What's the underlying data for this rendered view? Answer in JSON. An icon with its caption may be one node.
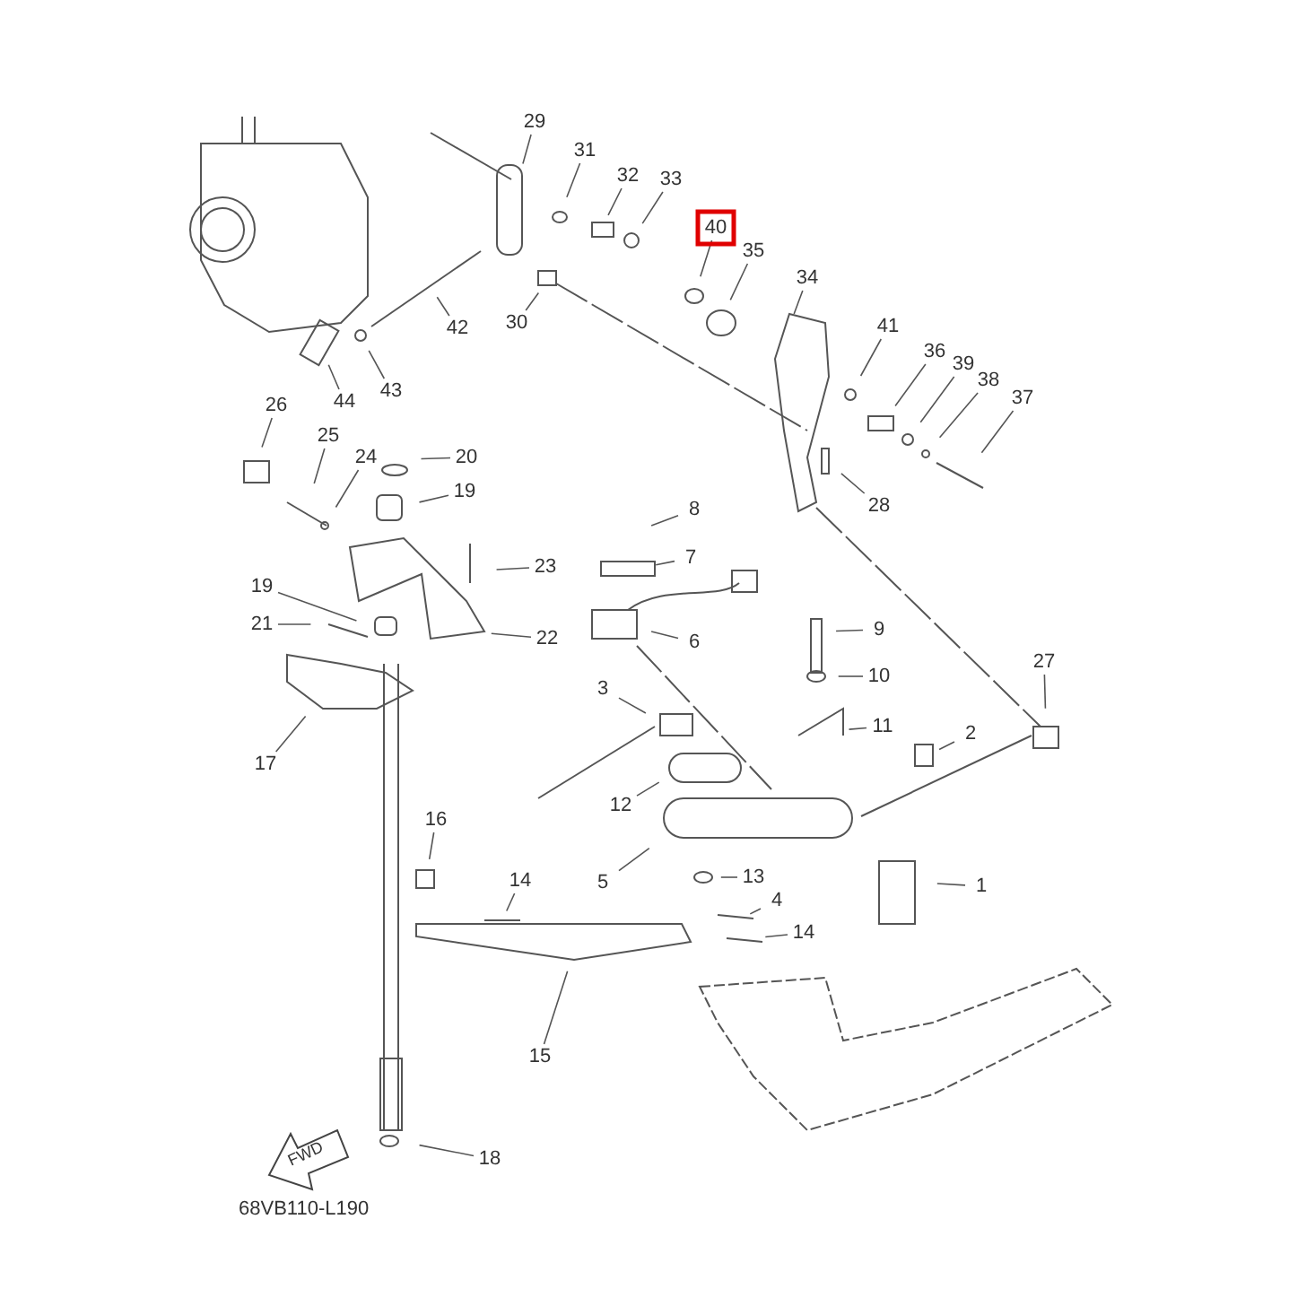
{
  "diagram": {
    "nodes": [
      {
        "text": [
          "29"
        ]
      },
      {
        "text": [
          "31"
        ]
      },
      {
        "text": [
          "32"
        ]
      },
      {
        "text": [
          "33"
        ]
      },
      {
        "text": [
          "40"
        ]
      },
      {
        "text": [
          "35"
        ]
      },
      {
        "text": [
          "34"
        ]
      },
      {
        "text": [
          "30"
        ]
      },
      {
        "text": [
          "42"
        ]
      },
      {
        "text": [
          "41"
        ]
      },
      {
        "text": [
          "36"
        ]
      },
      {
        "text": [
          "39"
        ]
      },
      {
        "text": [
          "38"
        ]
      },
      {
        "text": [
          "43"
        ]
      },
      {
        "text": [
          "37"
        ]
      },
      {
        "text": [
          "44"
        ]
      },
      {
        "text": [
          "26"
        ]
      },
      {
        "text": [
          "25"
        ]
      },
      {
        "text": [
          "24"
        ]
      },
      {
        "text": [
          "20"
        ]
      },
      {
        "text": [
          "19"
        ]
      },
      {
        "text": [
          "28"
        ]
      },
      {
        "text": [
          "8"
        ]
      },
      {
        "text": [
          "7"
        ]
      },
      {
        "text": [
          "23"
        ]
      },
      {
        "text": [
          "19"
        ]
      },
      {
        "text": [
          "21"
        ]
      },
      {
        "text": [
          "9"
        ]
      },
      {
        "text": [
          "6"
        ]
      },
      {
        "text": [
          "22"
        ]
      },
      {
        "text": [
          "27"
        ]
      },
      {
        "text": [
          "10"
        ]
      },
      {
        "text": [
          "3"
        ]
      },
      {
        "text": [
          "11"
        ]
      },
      {
        "text": [
          "2"
        ]
      },
      {
        "text": [
          "17"
        ]
      },
      {
        "text": [
          "12"
        ]
      },
      {
        "text": [
          "16"
        ]
      },
      {
        "text": [
          "13"
        ]
      },
      {
        "text": [
          "14"
        ]
      },
      {
        "text": [
          "5"
        ]
      },
      {
        "text": [
          "1"
        ]
      },
      {
        "text": [
          "4"
        ]
      },
      {
        "text": [
          "14"
        ]
      },
      {
        "text": [
          "15"
        ]
      },
      {
        "text": [
          "18"
        ]
      }
    ],
    "edges": [
      {
        "from": 0,
        "to": null,
        "arrow": "none"
      },
      {
        "from": 1,
        "to": null,
        "arrow": "none"
      },
      {
        "from": 2,
        "to": null,
        "arrow": "none"
      },
      {
        "from": 3,
        "to": null,
        "arrow": "none"
      },
      {
        "from": 4,
        "to": null,
        "arrow": "none"
      },
      {
        "from": 5,
        "to": null,
        "arrow": "none"
      },
      {
        "from": 6,
        "to": null,
        "arrow": "none"
      },
      {
        "from": 7,
        "to": null,
        "arrow": "none"
      },
      {
        "from": 8,
        "to": null,
        "arrow": "none"
      },
      {
        "from": 9,
        "to": null,
        "arrow": "none"
      },
      {
        "from": 10,
        "to": null,
        "arrow": "none"
      },
      {
        "from": 11,
        "to": null,
        "arrow": "none"
      },
      {
        "from": 12,
        "to": null,
        "arrow": "none"
      },
      {
        "from": 13,
        "to": null,
        "arrow": "none"
      },
      {
        "from": 14,
        "to": null,
        "arrow": "none"
      },
      {
        "from": 15,
        "to": null,
        "arrow": "none"
      },
      {
        "from": 16,
        "to": null,
        "arrow": "none"
      },
      {
        "from": 17,
        "to": null,
        "arrow": "none"
      },
      {
        "from": 18,
        "to": null,
        "arrow": "none"
      },
      {
        "from": 19,
        "to": null,
        "arrow": "none"
      },
      {
        "from": 20,
        "to": null,
        "arrow": "none"
      },
      {
        "from": 21,
        "to": null,
        "arrow": "none"
      },
      {
        "from": 22,
        "to": null,
        "arrow": "none"
      },
      {
        "from": 23,
        "to": null,
        "arrow": "none"
      },
      {
        "from": 24,
        "to": null,
        "arrow": "none"
      },
      {
        "from": 25,
        "to": null,
        "arrow": "none"
      },
      {
        "from": 26,
        "to": null,
        "arrow": "none"
      },
      {
        "from": 27,
        "to": null,
        "arrow": "none"
      },
      {
        "from": 28,
        "to": null,
        "arrow": "none"
      },
      {
        "from": 29,
        "to": null,
        "arrow": "none"
      },
      {
        "from": 30,
        "to": null,
        "arrow": "none"
      },
      {
        "from": 31,
        "to": null,
        "arrow": "none"
      },
      {
        "from": 32,
        "to": null,
        "arrow": "none"
      },
      {
        "from": 33,
        "to": null,
        "arrow": "none"
      },
      {
        "from": 34,
        "to": null,
        "arrow": "none"
      },
      {
        "from": 35,
        "to": null,
        "arrow": "none"
      },
      {
        "from": 36,
        "to": null,
        "arrow": "none"
      },
      {
        "from": 37,
        "to": null,
        "arrow": "none"
      },
      {
        "from": 38,
        "to": null,
        "arrow": "none"
      },
      {
        "from": 39,
        "to": null,
        "arrow": "none"
      },
      {
        "from": 40,
        "to": null,
        "arrow": "none"
      },
      {
        "from": 41,
        "to": null,
        "arrow": "none"
      },
      {
        "from": 42,
        "to": null,
        "arrow": "none"
      },
      {
        "from": 43,
        "to": null,
        "arrow": "none"
      },
      {
        "from": 44,
        "to": null,
        "arrow": "none"
      },
      {
        "from": 45,
        "to": null,
        "arrow": "none"
      }
    ],
    "labels": [
      "FWD",
      "68VB110-L190"
    ]
  }
}
